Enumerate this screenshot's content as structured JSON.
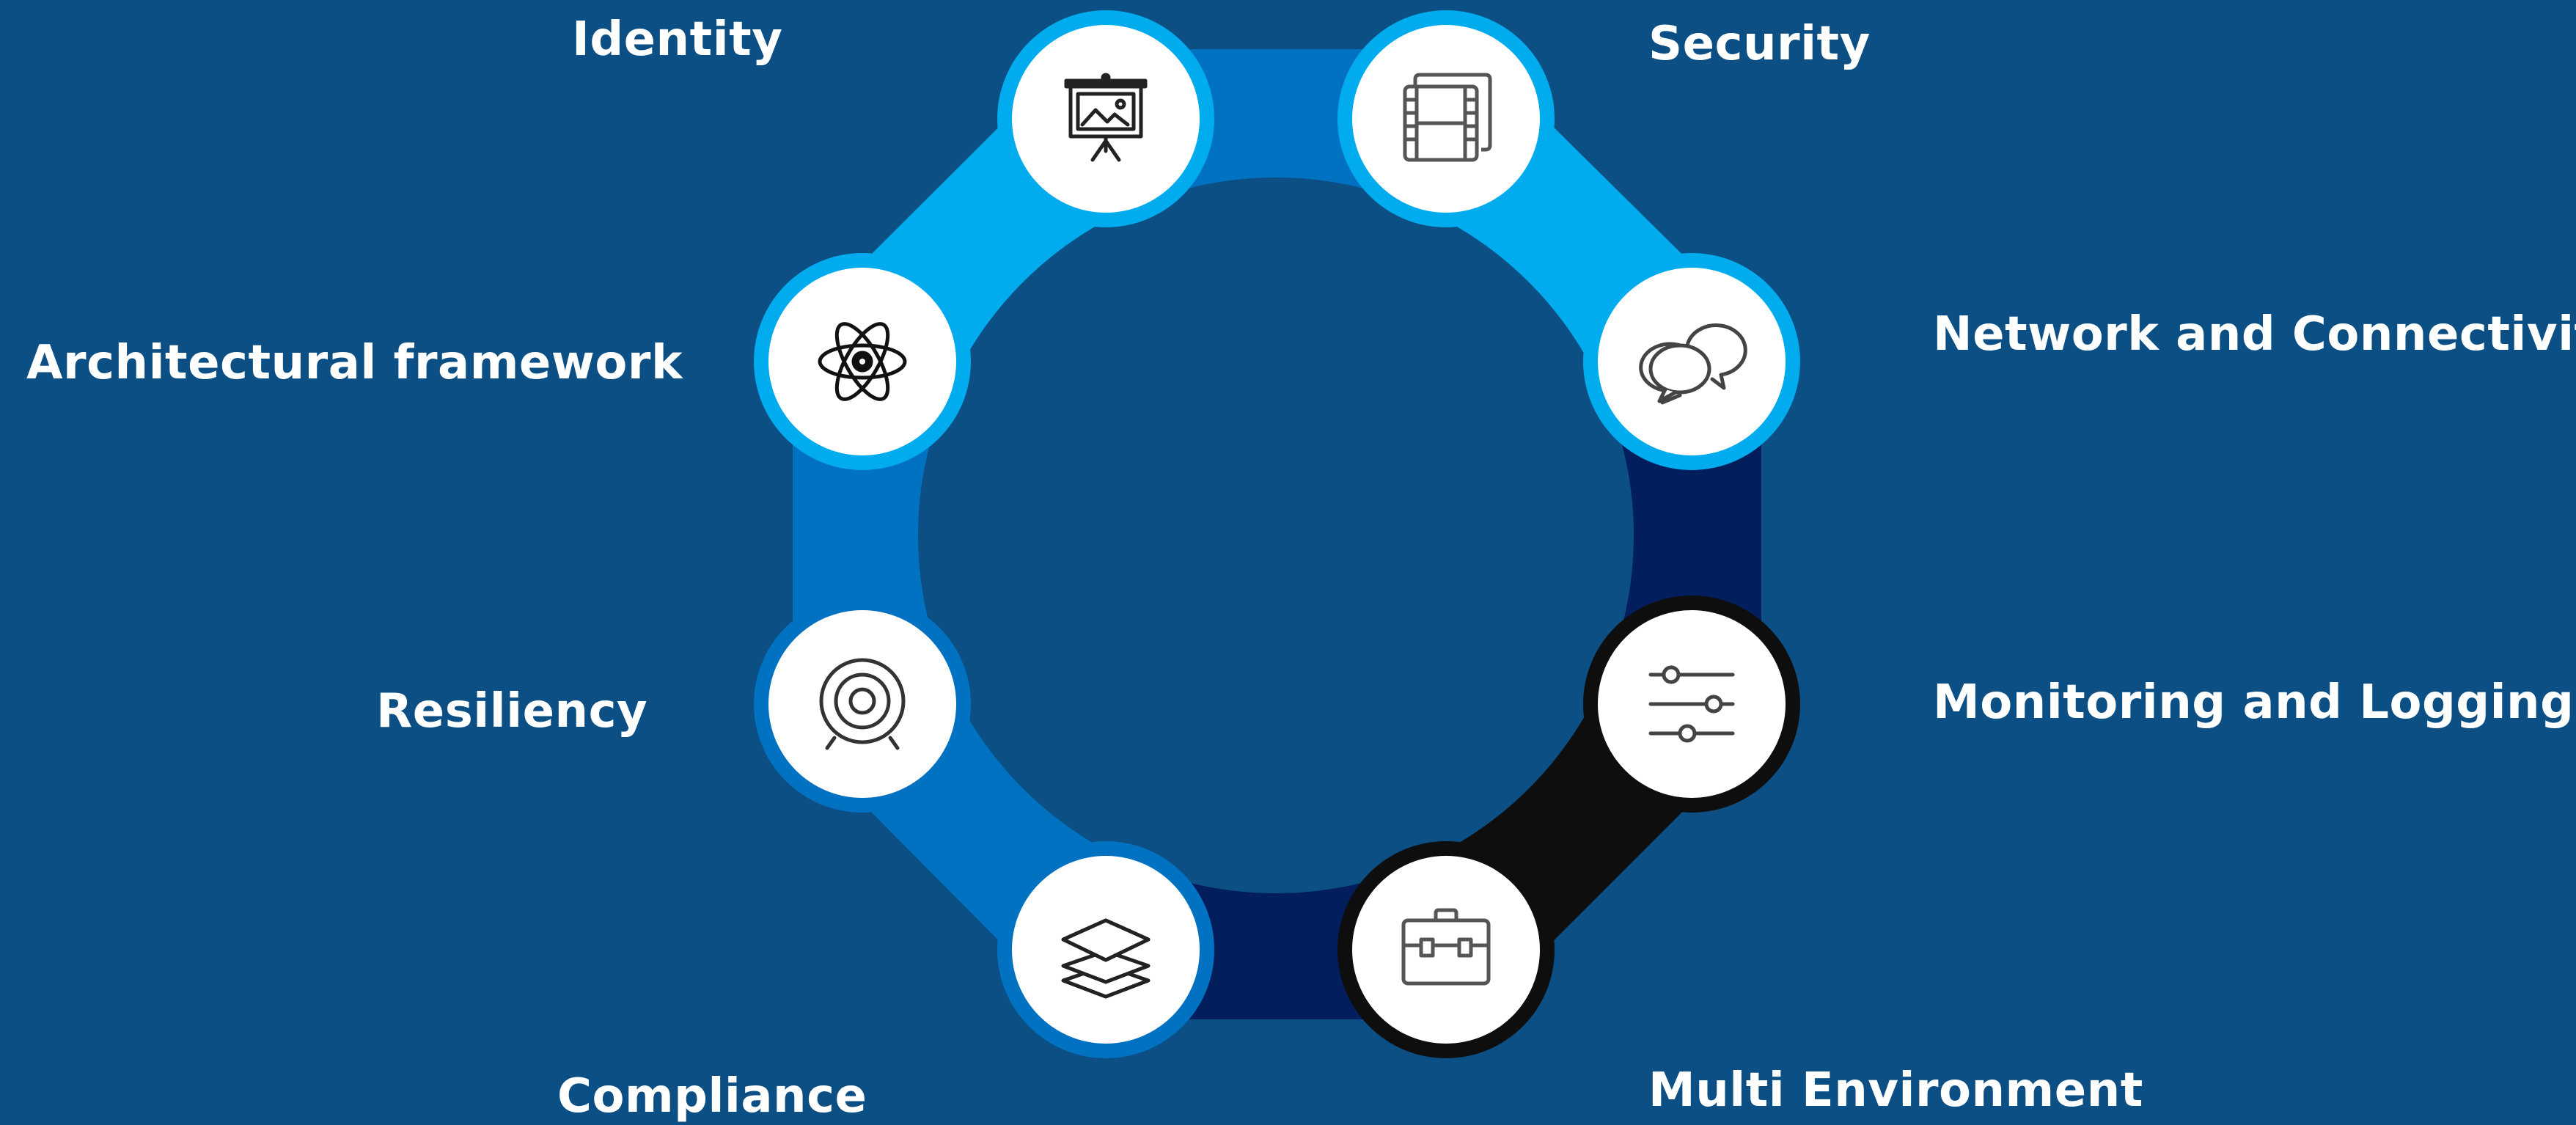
{
  "colors": {
    "background": "#0B4F84",
    "light_blue": "#00ABEE",
    "mid_blue": "#0172C2",
    "dark_navy": "#031E5C",
    "black": "#0E0E0E",
    "node_fill": "#FFFFFF",
    "icon_stroke": "#333333"
  },
  "diagram": {
    "nodes": [
      {
        "label": "Identity",
        "icon": "presentation-board-icon"
      },
      {
        "label": "Security",
        "icon": "film-stack-icon"
      },
      {
        "label": "Network and Connectivity",
        "icon": "chat-bubbles-icon"
      },
      {
        "label": "Monitoring and Logging",
        "icon": "sliders-icon"
      },
      {
        "label": "Multi Environment",
        "icon": "toolbox-icon"
      },
      {
        "label": "Compliance",
        "icon": "layers-icon"
      },
      {
        "label": "Resiliency",
        "icon": "target-icon"
      },
      {
        "label": "Architectural framework",
        "icon": "atom-icon"
      }
    ]
  }
}
